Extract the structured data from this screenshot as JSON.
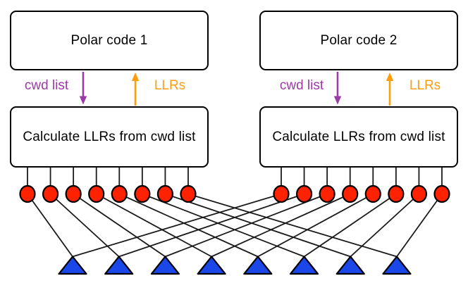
{
  "boxes": {
    "polar1": "Polar code 1",
    "polar2": "Polar code 2",
    "calc": "Calculate LLRs from cwd list"
  },
  "flow_labels": {
    "cwd_list": "cwd list",
    "llrs": "LLRs"
  },
  "colors": {
    "box_border": "#000000",
    "cwd_arrow": "#9B3BA6",
    "llr_arrow": "#FF9D0D",
    "bit_node_fill": "#FF2200",
    "bit_node_stroke": "#000000",
    "symbol_node_fill": "#1B46E8",
    "symbol_node_stroke": "#000000",
    "edge_line": "#1A1A1A"
  },
  "network": {
    "bit_nodes_per_code": 8,
    "symbol_nodes": 8,
    "edges": [
      {
        "from": "L1",
        "to": "T1"
      },
      {
        "from": "L2",
        "to": "T2"
      },
      {
        "from": "L3",
        "to": "T3"
      },
      {
        "from": "L4",
        "to": "T4"
      },
      {
        "from": "L5",
        "to": "T5"
      },
      {
        "from": "L6",
        "to": "T6"
      },
      {
        "from": "L7",
        "to": "T7"
      },
      {
        "from": "L8",
        "to": "T8"
      },
      {
        "from": "R1",
        "to": "T1"
      },
      {
        "from": "R2",
        "to": "T2"
      },
      {
        "from": "R3",
        "to": "T3"
      },
      {
        "from": "R4",
        "to": "T4"
      },
      {
        "from": "R5",
        "to": "T5"
      },
      {
        "from": "R6",
        "to": "T6"
      },
      {
        "from": "R7",
        "to": "T7"
      },
      {
        "from": "R8",
        "to": "T8"
      }
    ]
  }
}
